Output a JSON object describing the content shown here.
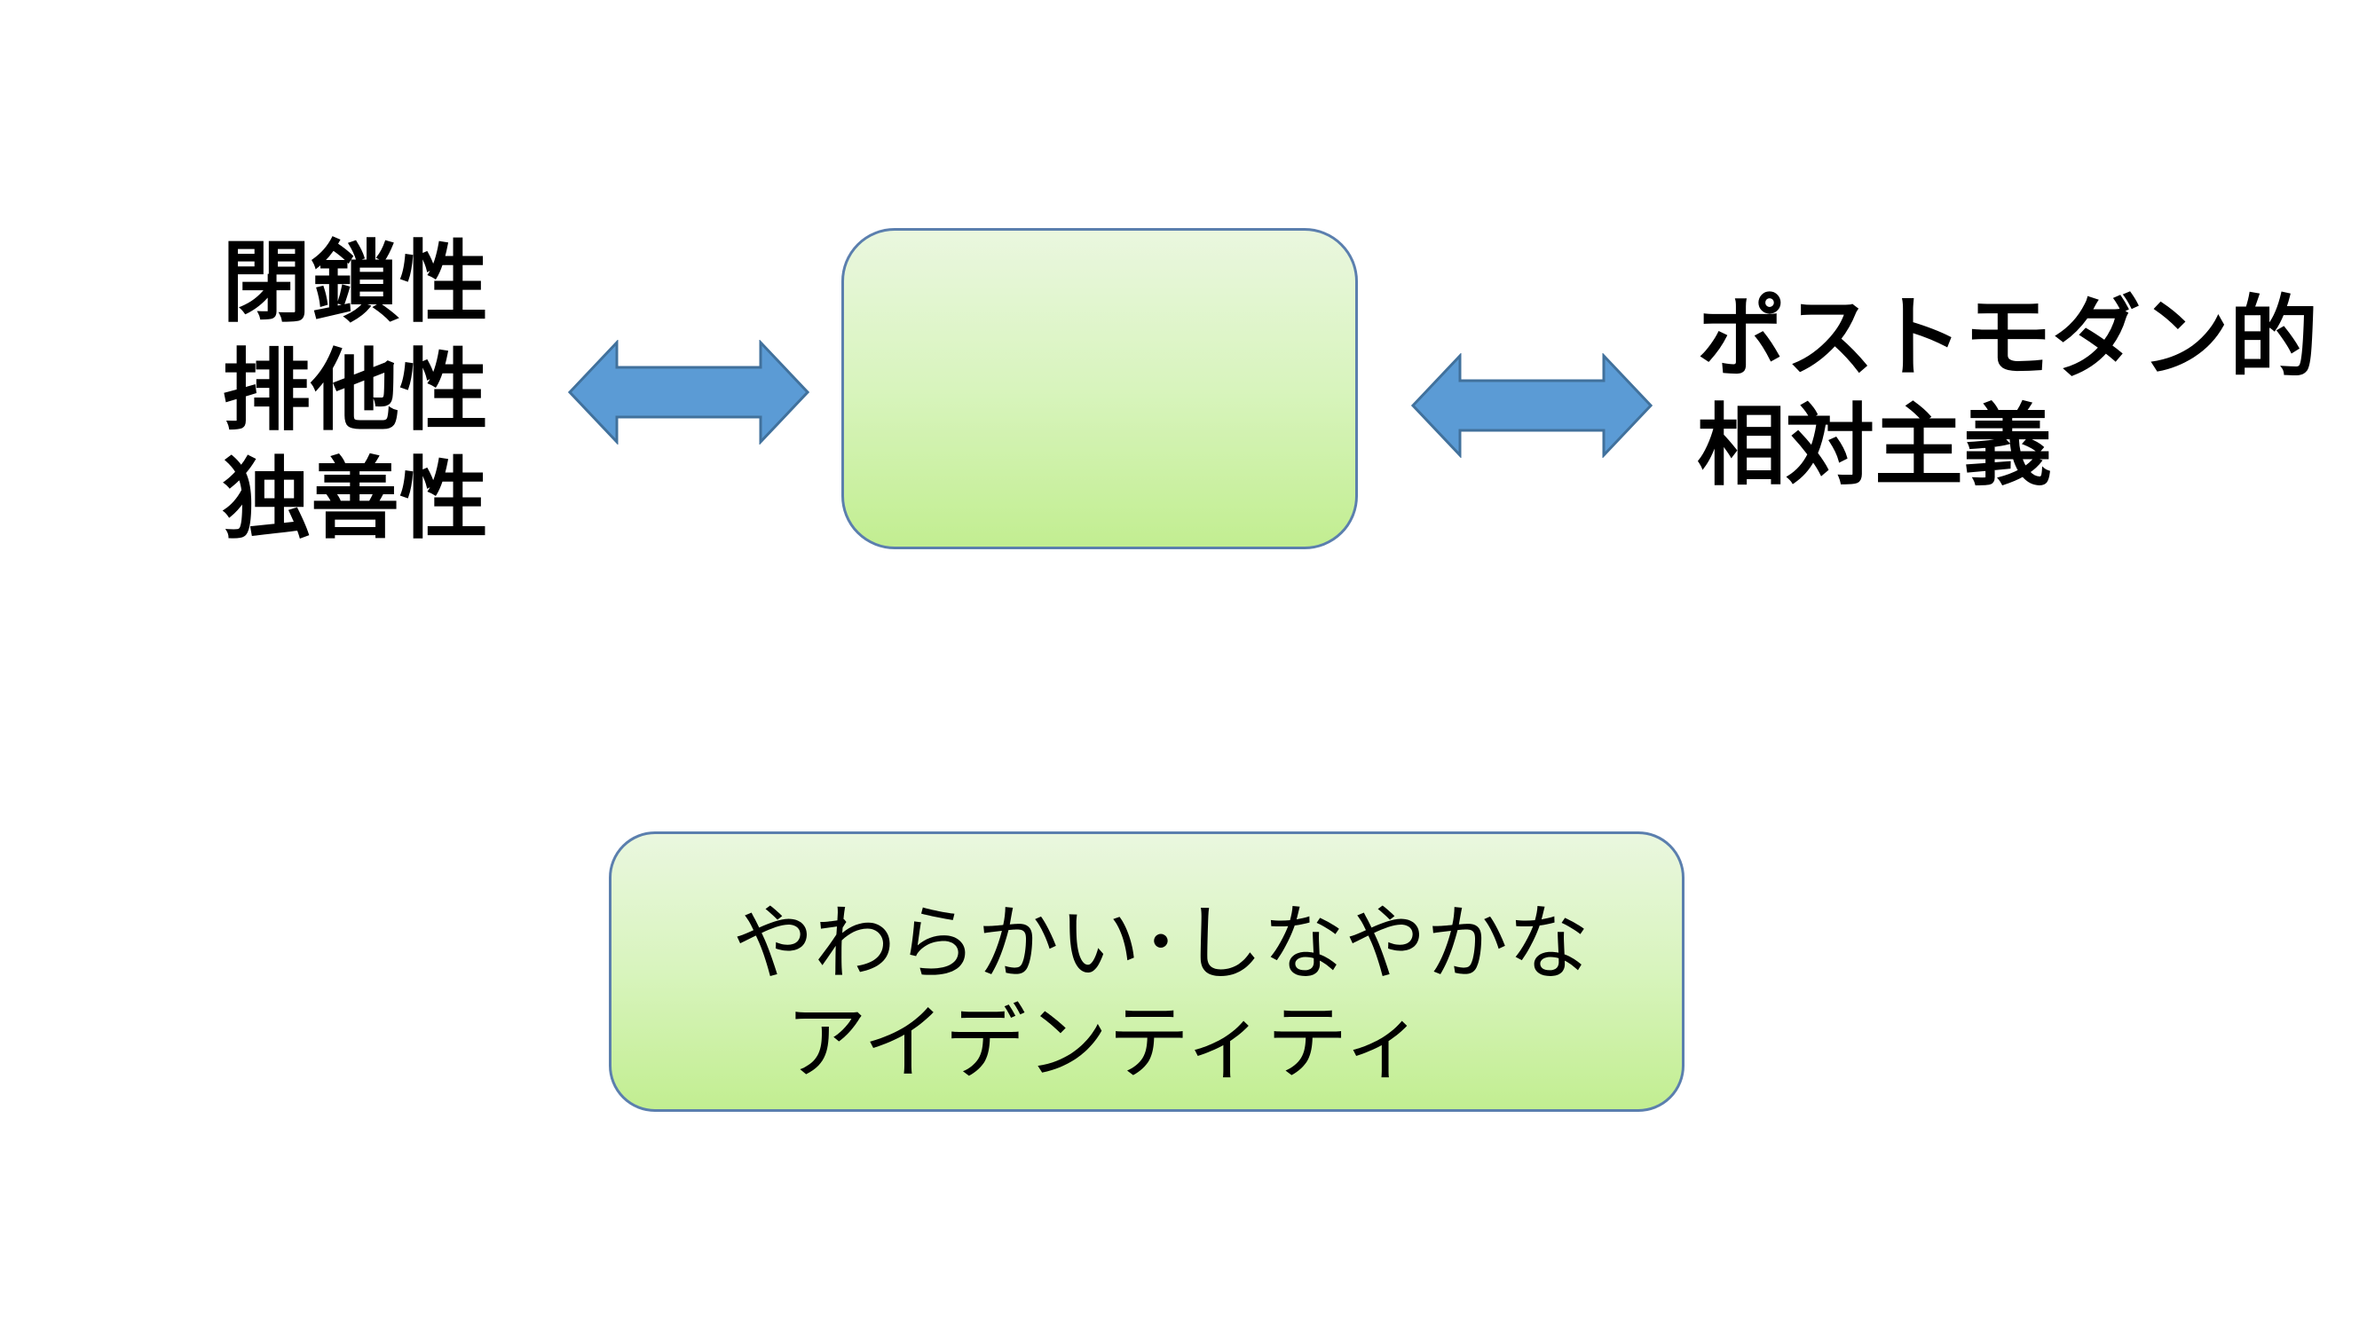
{
  "left_terms": [
    "閉鎖性",
    "排他性",
    "独善性"
  ],
  "right_terms": [
    "ポストモダン的",
    "相対主義"
  ],
  "bottom_box": {
    "line1": "やわらかい･しなやかな",
    "line2": "アイデンティティ"
  },
  "colors": {
    "arrow_fill": "#5b9bd5",
    "arrow_stroke": "#41719c",
    "box_border": "#5b7fae",
    "box_gradient_top": "#eaf7df",
    "box_gradient_bottom": "#c2ee91"
  }
}
